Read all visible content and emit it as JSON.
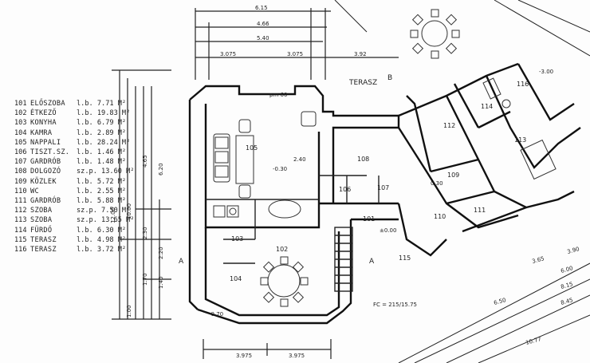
{
  "room_schedule": [
    {
      "num": "101",
      "name": "ELŐSZOBA",
      "area": "l.b. 7.71 M²"
    },
    {
      "num": "102",
      "name": "ÉTKEZŐ",
      "area": "l.b. 19.83 M²"
    },
    {
      "num": "103",
      "name": "KONYHA",
      "area": "l.b. 6.79 M²"
    },
    {
      "num": "104",
      "name": "KAMRA",
      "area": "l.b. 2.89 M²"
    },
    {
      "num": "105",
      "name": "NAPPALI",
      "area": "l.b. 28.24 M²"
    },
    {
      "num": "106",
      "name": "TISZT.SZ.",
      "area": "l.b. 1.46 M²"
    },
    {
      "num": "107",
      "name": "GARDRÓB",
      "area": "l.b. 1.48 M²"
    },
    {
      "num": "108",
      "name": "DOLGOZÓ",
      "area": "sz.p. 13.60 M²"
    },
    {
      "num": "109",
      "name": "KÖZLEK",
      "area": "l.b. 5.72 M²"
    },
    {
      "num": "110",
      "name": "WC",
      "area": "l.b. 2.55 M²"
    },
    {
      "num": "111",
      "name": "GARDRÓB",
      "area": "l.b. 5.88 M²"
    },
    {
      "num": "112",
      "name": "SZOBA",
      "area": "sz.p. 7.50 M²"
    },
    {
      "num": "113",
      "name": "SZOBA",
      "area": "sz.p. 13.65 M²"
    },
    {
      "num": "114",
      "name": "FÜRDŐ",
      "area": "l.b. 6.30 M²"
    },
    {
      "num": "115",
      "name": "TERASZ",
      "area": "l.b. 4.98 M²"
    },
    {
      "num": "116",
      "name": "TERASZ",
      "area": "l.b. 3.72 M²"
    }
  ],
  "room_labels": {
    "r101": "101",
    "r102": "102",
    "r103": "103",
    "r104": "104",
    "r105": "105",
    "r106": "106",
    "r107": "107",
    "r108": "108",
    "r109": "109",
    "r110": "110",
    "r111": "111",
    "r112": "112",
    "r113": "113",
    "r114": "114",
    "r115": "115",
    "r116": "116"
  },
  "annotations": {
    "terasz": "TERASZ",
    "section_a": "A",
    "section_b": "B",
    "level_105": "-0.30",
    "level_108": "0.30",
    "level_101": "±0.00",
    "level_terrace": "-3.00",
    "level_bottom": "-0.70",
    "fc_note": "FC = 215/15.75",
    "pm_note": "pm 60",
    "stair_note": "2.40"
  },
  "dimensions": {
    "top": [
      "6.15",
      "4.66",
      "5.40",
      "3.075",
      "3.075",
      "3.92"
    ],
    "left": [
      "4.65",
      "6.20",
      "10.00",
      "12.00",
      "2.30",
      "2.20",
      "1.70",
      "1.40",
      "1.00"
    ],
    "bottom": [
      "3.975",
      "3.975"
    ],
    "right": [
      "3.65",
      "3.90",
      "6.00",
      "8.15",
      "8.45",
      "10.77",
      "6.50"
    ]
  }
}
